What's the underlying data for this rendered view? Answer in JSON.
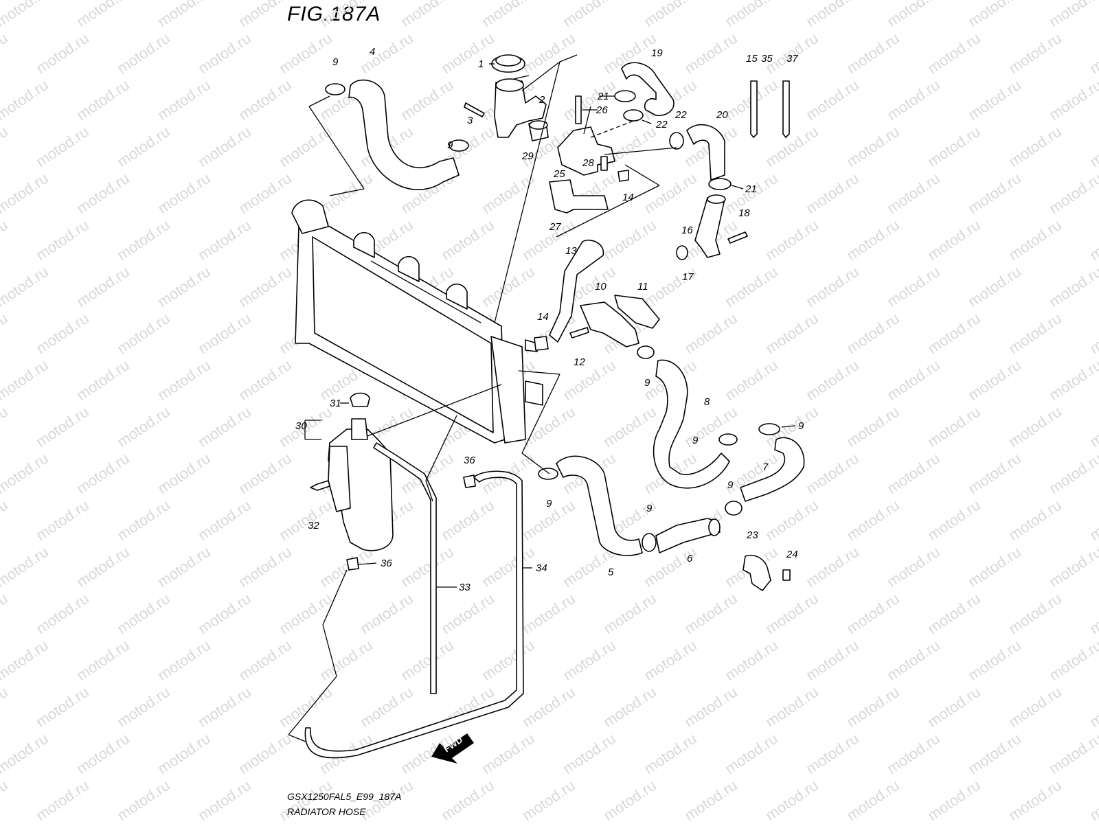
{
  "figure": {
    "title": "FIG.187A",
    "code": "GSX1250FAL5_E99_187A",
    "name": "RADIATOR HOSE",
    "watermark": "motod.ru",
    "fwd_label": "FWD"
  },
  "callouts": [
    "1",
    "2",
    "3",
    "4",
    "5",
    "6",
    "7",
    "8",
    "9",
    "10",
    "11",
    "12",
    "13",
    "14",
    "15",
    "16",
    "17",
    "18",
    "19",
    "20",
    "21",
    "22",
    "23",
    "24",
    "25",
    "26",
    "27",
    "28",
    "29",
    "30",
    "31",
    "32",
    "33",
    "34",
    "35",
    "36",
    "37"
  ]
}
